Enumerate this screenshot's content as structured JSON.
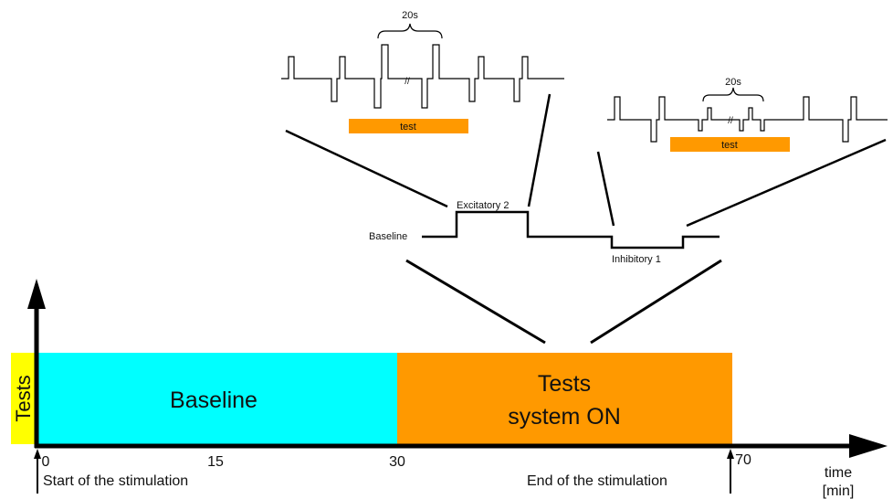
{
  "colors": {
    "baseline": "#00ffff",
    "tests": "#ff9900",
    "test_bar": "#ff9900",
    "y_highlight": "#ffff00",
    "axis": "#000000"
  },
  "axis": {
    "y_label": "Tests",
    "x_label_line1": "time",
    "x_label_line2": "[min]",
    "ticks": [
      "0",
      "15",
      "30",
      "70"
    ]
  },
  "phases": {
    "baseline_label": "Baseline",
    "tests_label_line1": "Tests",
    "tests_label_line2": "system ON"
  },
  "events": {
    "start": "Start of the stimulation",
    "end": "End of the stimulation"
  },
  "protocol": {
    "baseline": "Baseline",
    "excitatory": "Excitatory 2",
    "inhibitory": "Inhibitory 1"
  },
  "insets": {
    "left_duration": "20s",
    "left_test": "test",
    "right_duration": "20s",
    "right_test": "test",
    "break_mark": "//"
  }
}
